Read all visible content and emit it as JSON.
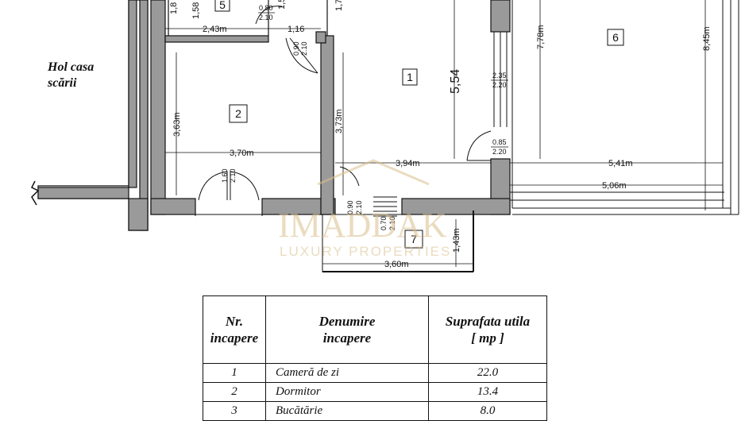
{
  "plan": {
    "hol_line1": "Hol casa",
    "hol_line2": "scării",
    "room_numbers": [
      "1",
      "2",
      "5",
      "6",
      "7"
    ],
    "dimensions": {
      "d_1_8": "1,8",
      "d_1_58": "1,58",
      "d_1_7": "1,7",
      "d_1_5": "1,5",
      "d_2_43": "2,43m",
      "d_1_16": "1,16",
      "d_3_63": "3,63m",
      "d_3_70": "3,70m",
      "d_3_73": "3,73m",
      "d_5_54": "5,54",
      "d_7_78": "7,78m",
      "d_8_45": "8,45m",
      "d_3_94": "3,94m",
      "d_5_41": "5,41m",
      "d_5_06": "5,06m",
      "d_1_43": "1,43m",
      "d_3_60": "3,60m"
    },
    "openings": {
      "o1_w": "0.80",
      "o1_h": "2.10",
      "o2_w": "0.90",
      "o2_h": "2.10",
      "o3_w": "2.35",
      "o3_h": "2.20",
      "o4_w": "0.85",
      "o4_h": "2.20",
      "o5_w": "1.60",
      "o5_h": "2.10",
      "o6_w": "0.90",
      "o6_h": "2.10",
      "o7_w": "0.70",
      "o7_h": "2.10"
    }
  },
  "watermark": {
    "brand": "IMADDAK",
    "tagline": "LUXURY PROPERTIES"
  },
  "table": {
    "headers": {
      "nr_line1": "Nr.",
      "nr_line2": "incapere",
      "name_line1": "Denumire",
      "name_line2": "incapere",
      "area_line1": "Suprafata utila",
      "area_line2": "[ mp ]"
    },
    "rows": [
      {
        "nr": "1",
        "name": "Cameră de zi",
        "area": "22.0"
      },
      {
        "nr": "2",
        "name": "Dormitor",
        "area": "13.4"
      },
      {
        "nr": "3",
        "name": "Bucătărie",
        "area": "8.0"
      }
    ]
  }
}
